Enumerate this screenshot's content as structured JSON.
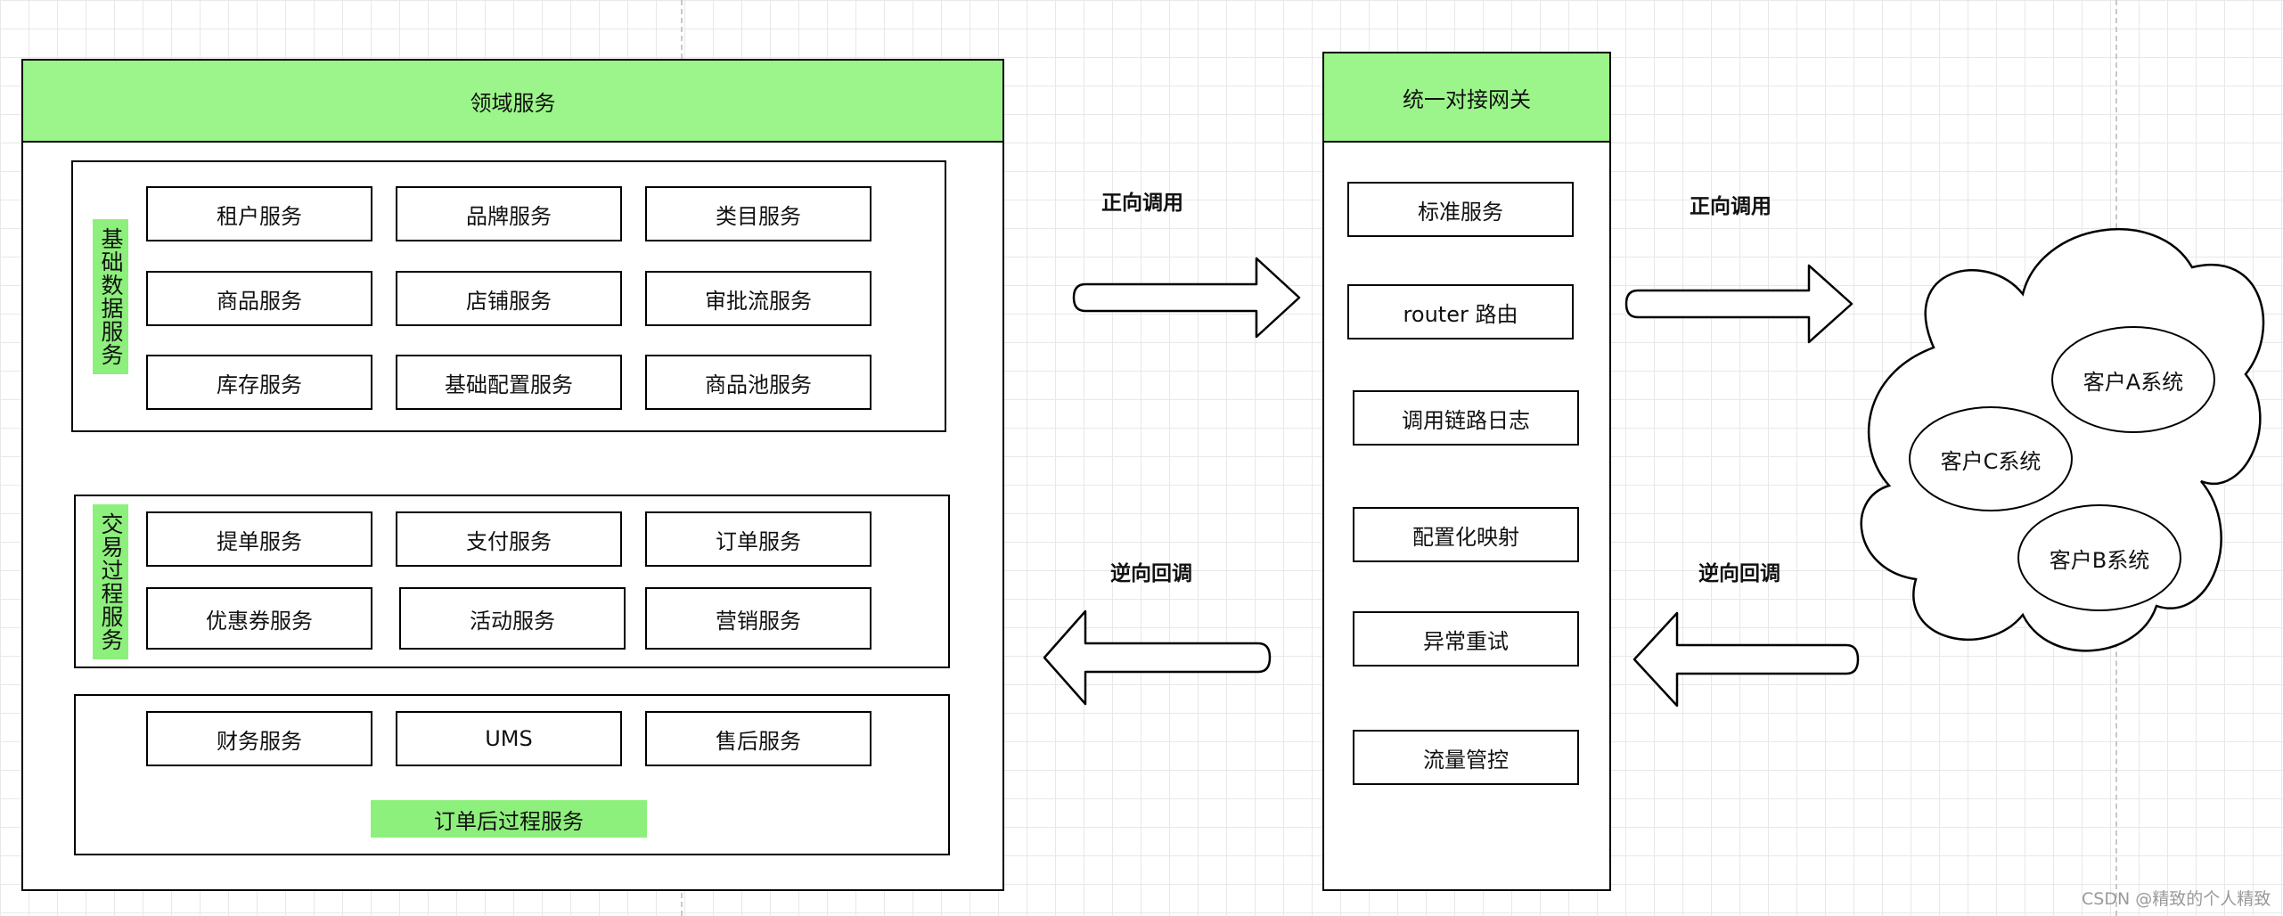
{
  "domain_panel": {
    "title": "领域服务",
    "basic": {
      "label": "基础数据服务",
      "items": [
        "租户服务",
        "品牌服务",
        "类目服务",
        "商品服务",
        "店铺服务",
        "审批流服务",
        "库存服务",
        "基础配置服务",
        "商品池服务"
      ]
    },
    "trade": {
      "label": "交易过程服务",
      "items": [
        "提单服务",
        "支付服务",
        "订单服务",
        "优惠券服务",
        "活动服务",
        "营销服务"
      ]
    },
    "after": {
      "label": "订单后过程服务",
      "items": [
        "财务服务",
        "UMS",
        "售后服务"
      ]
    }
  },
  "gateway": {
    "title": "统一对接网关",
    "items": [
      "标准服务",
      "router 路由",
      "调用链路日志",
      "配置化映射",
      "异常重试",
      "流量管控"
    ]
  },
  "arrows": {
    "forward_left": "正向调用",
    "forward_right": "正向调用",
    "reverse_left": "逆向回调",
    "reverse_right": "逆向回调"
  },
  "customers": [
    "客户A系统",
    "客户C系统",
    "客户B系统"
  ],
  "watermark": "CSDN @精致的个人精致",
  "colors": {
    "header_green": "#9cf58a",
    "label_green": "#8ef07c",
    "stroke": "#000000"
  }
}
